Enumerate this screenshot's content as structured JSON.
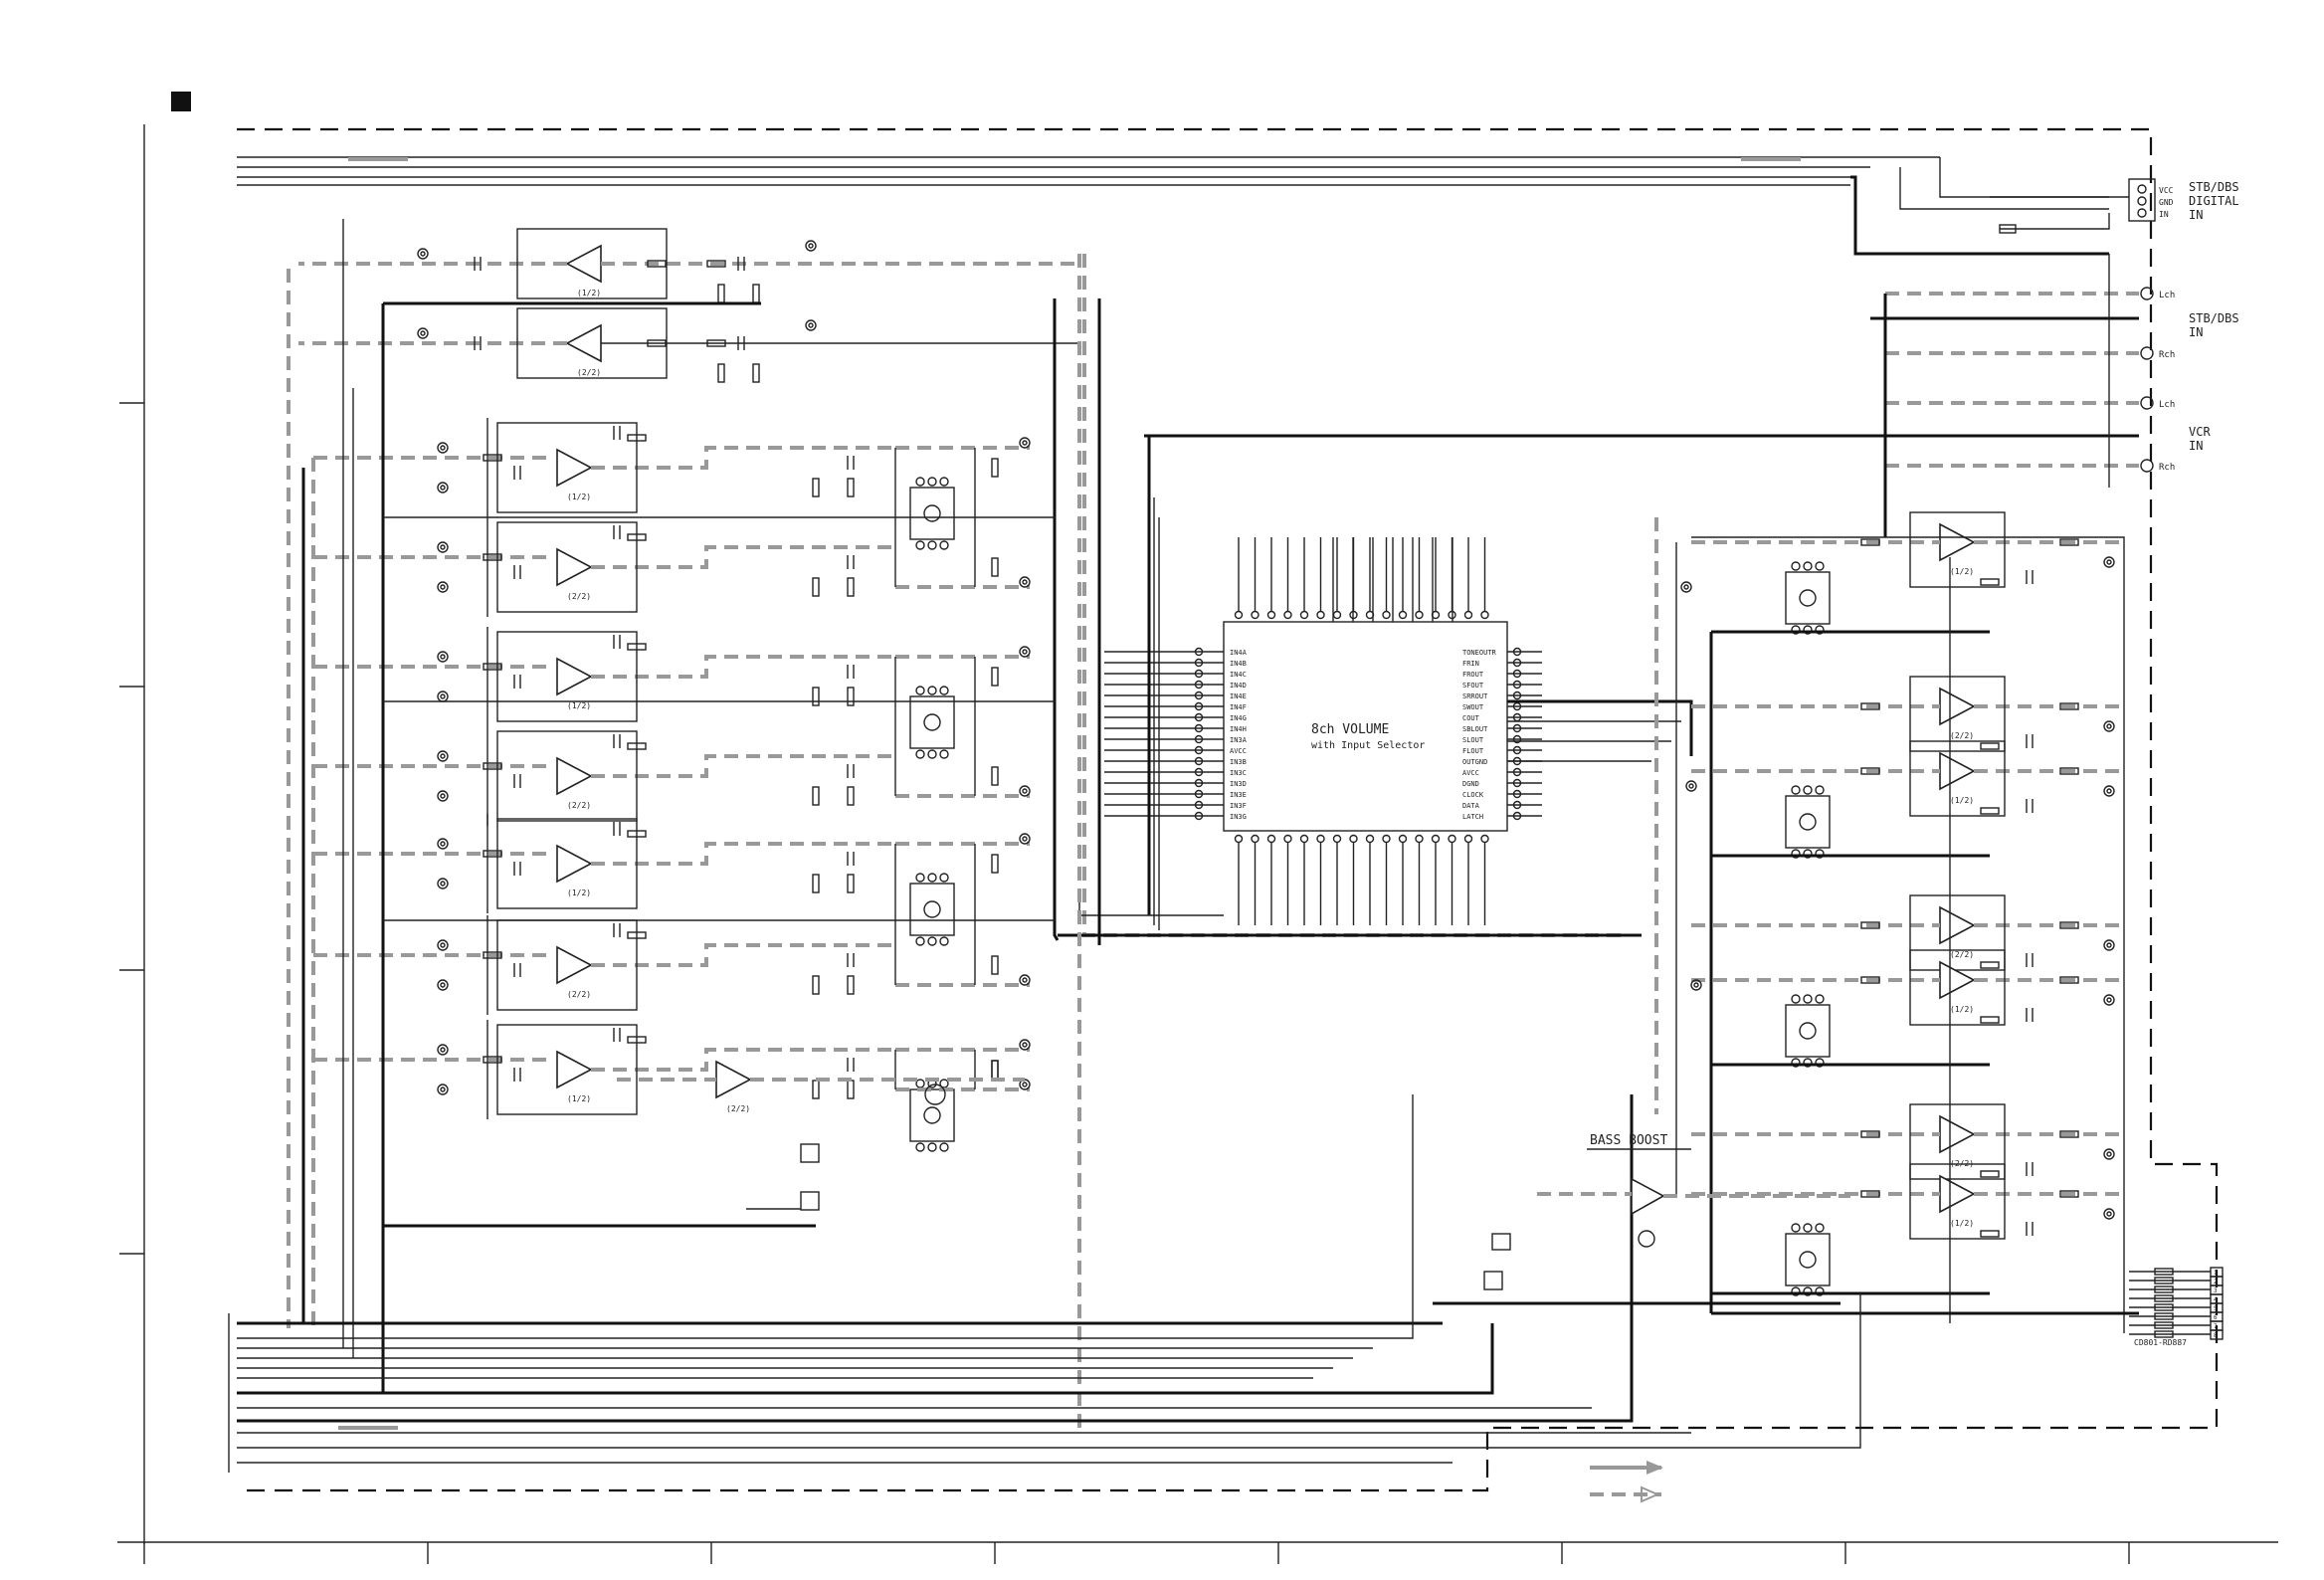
{
  "labels": {
    "stb_digital": [
      "STB/DBS",
      "DIGITAL",
      "IN"
    ],
    "stb_in": [
      "STB/DBS",
      "IN"
    ],
    "vcr_in": [
      "VCR",
      "IN"
    ],
    "chip_title": "8ch VOLUME",
    "chip_sub": "with Input Selector",
    "bass_boost": "BASS BOOST",
    "jack_lch": "Lch",
    "jack_rch": "Rch",
    "pin_vcc": "VCC",
    "pin_gnd": "GND",
    "pin_in": "IN",
    "conn_ref": "CD801-RD887"
  },
  "chip_pins_left": [
    "IN4A",
    "IN4B",
    "IN4C",
    "IN4D",
    "IN4E",
    "IN4F",
    "IN4G",
    "IN4H",
    "IN3A",
    "AVCC",
    "IN3B",
    "IN3C",
    "IN3D",
    "IN3E",
    "IN3F",
    "IN3G"
  ],
  "chip_pins_right": [
    "TONEOUTR",
    "FRIN",
    "FROUT",
    "SFOUT",
    "SRROUT",
    "SWOUT",
    "COUT",
    "SBLOUT",
    "SLOUT",
    "FLOUT",
    "OUTGND",
    "AVCC",
    "DGND",
    "CLOCK",
    "DATA",
    "LATCH"
  ],
  "opamp_units": [
    "(1/2)",
    "(2/2)"
  ],
  "connector_pins": [
    "1",
    "2",
    "3",
    "4",
    "5",
    "6",
    "7",
    "8"
  ]
}
